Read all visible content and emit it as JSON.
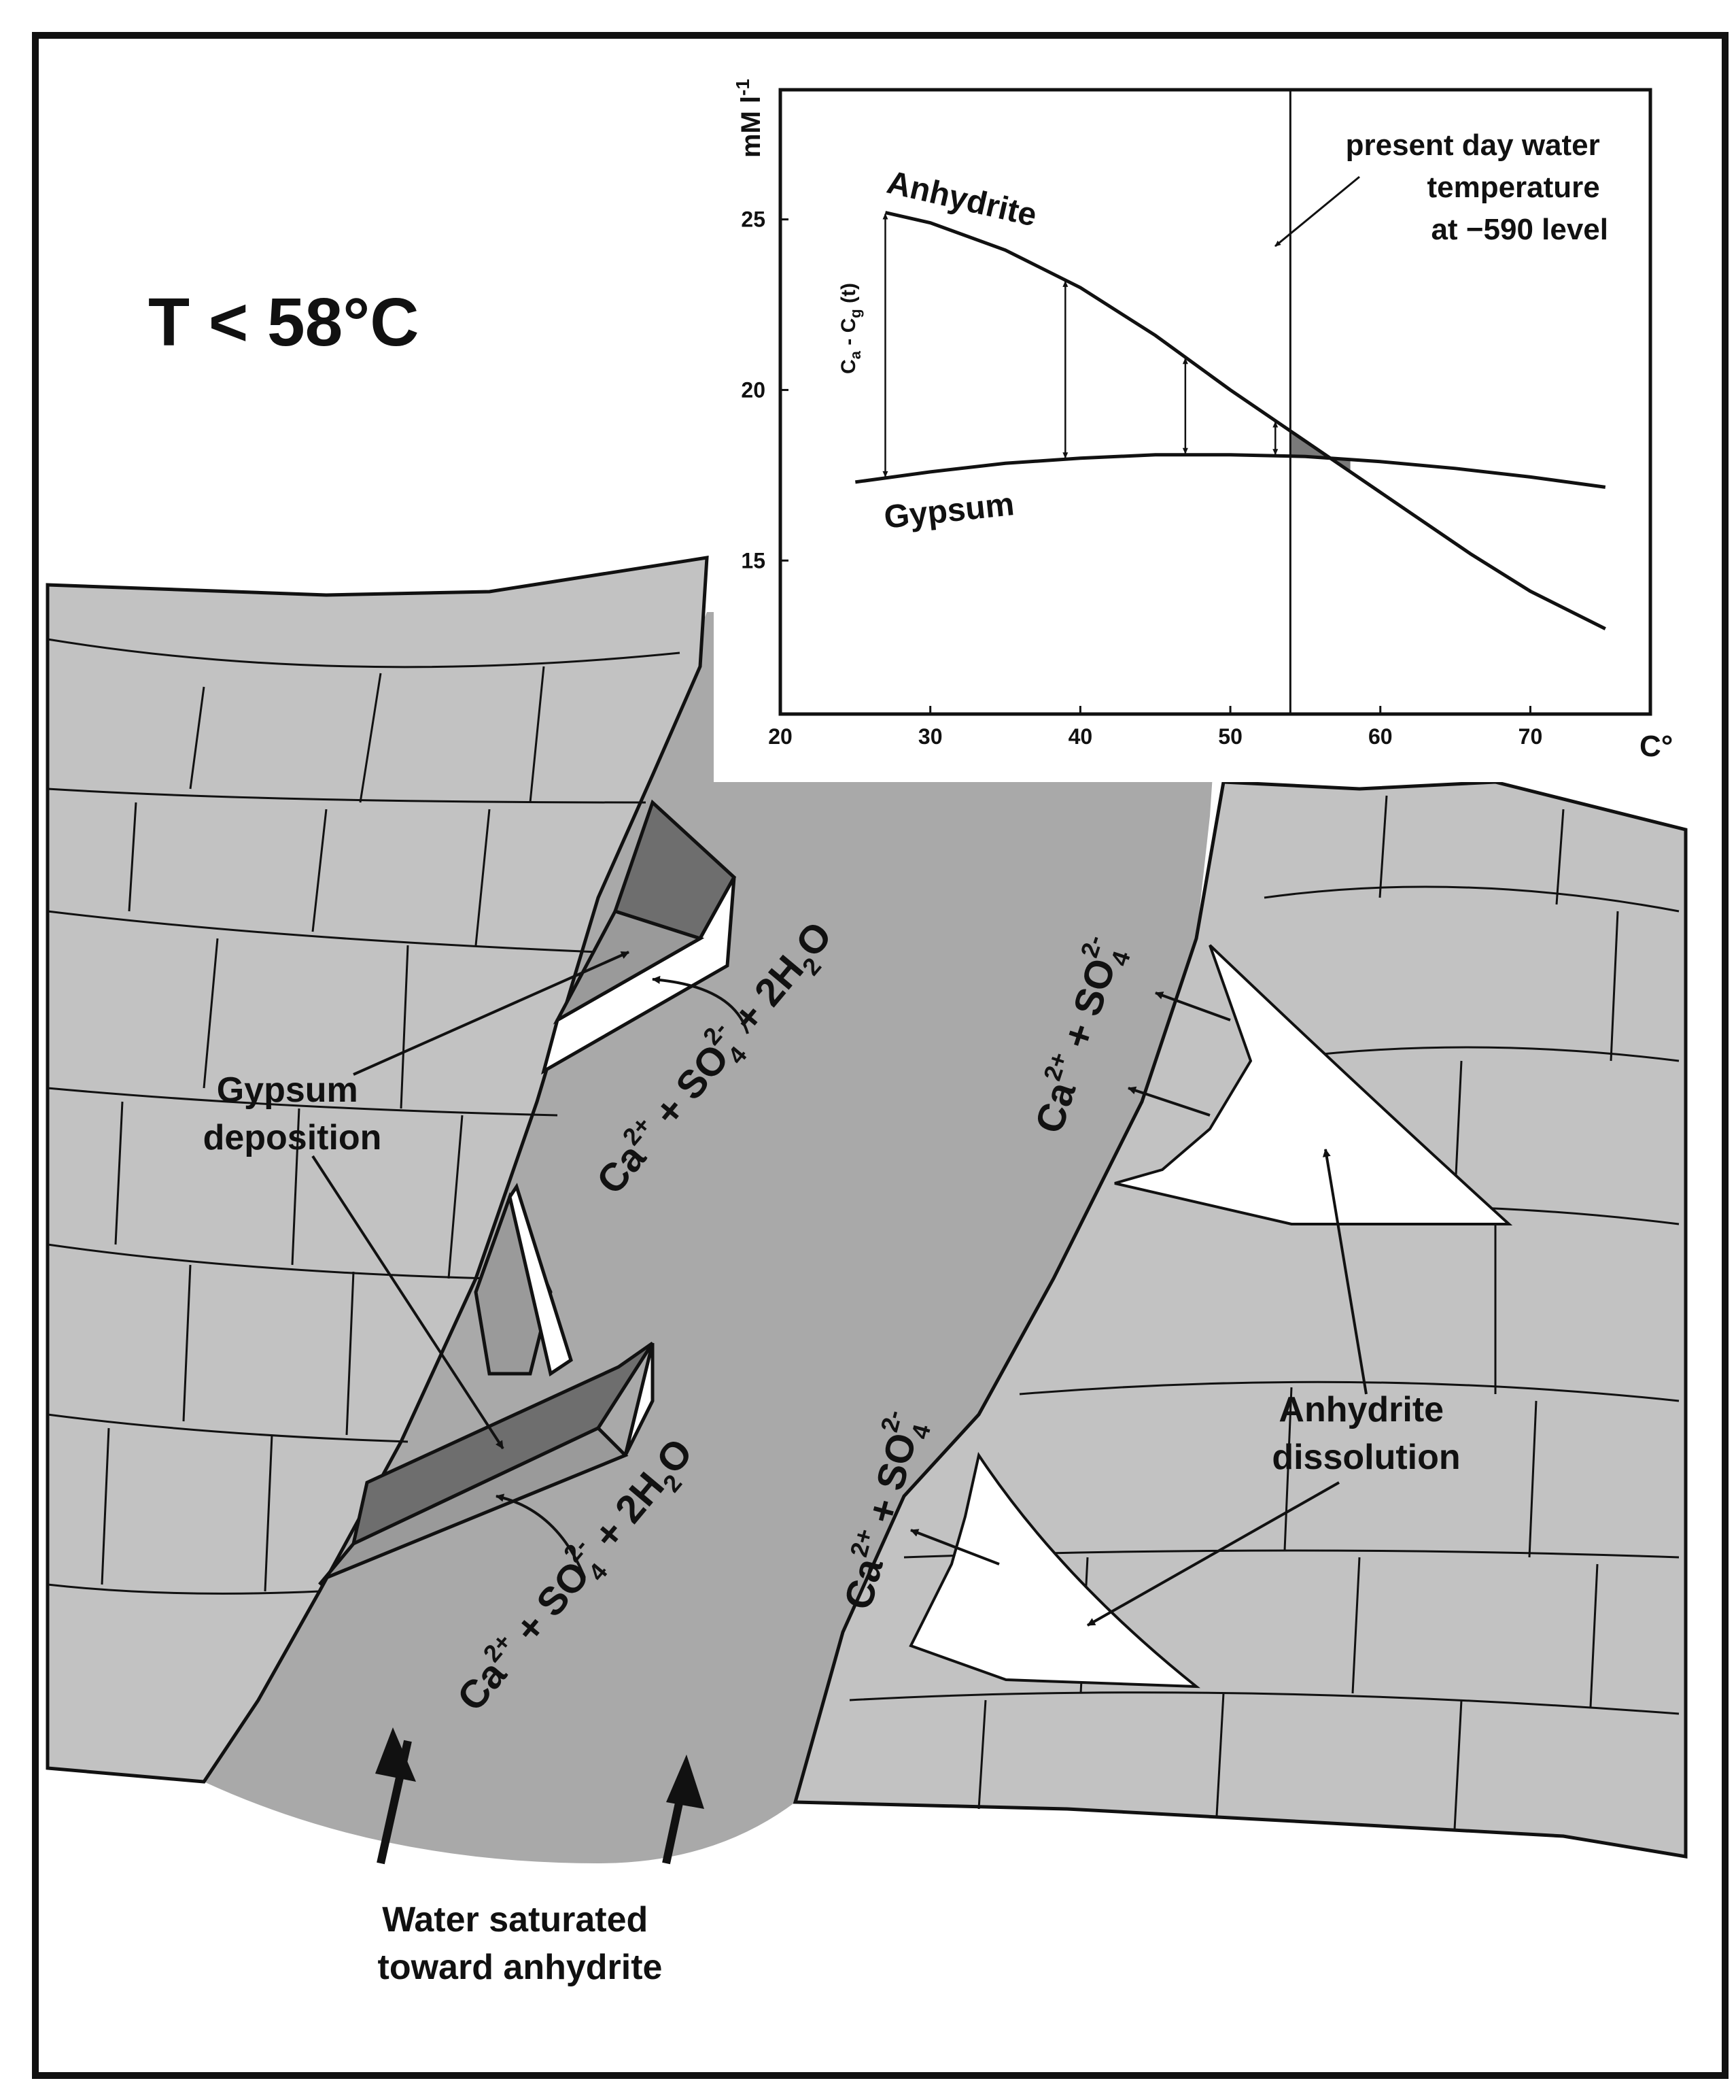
{
  "colors": {
    "rock": "#c2c2c2",
    "water": "#a9a9a9",
    "ink": "#111111",
    "paper": "#ffffff",
    "gypsum_dark": "#6e6e6e",
    "gypsum_mid": "#9a9a9a",
    "gypsum_light": "#d6d6d6"
  },
  "title": "T < 58°C",
  "labels": {
    "gypsum_deposition": [
      "Gypsum",
      "deposition"
    ],
    "anhydrite_dissolution": [
      "Anhydrite",
      "dissolution"
    ],
    "water_saturated": [
      "Water saturated",
      "toward anhydrite"
    ]
  },
  "equations": {
    "hydration": {
      "ca": "Ca",
      "ca_charge": "2+",
      "plus1": " + SO",
      "so4_sub": "4",
      "so4_charge": "2-",
      "plus2": " + 2H",
      "h2o_sub": "2",
      "o": "O"
    },
    "ions": {
      "ca": "Ca",
      "ca_charge": "2+",
      "plus": " + SO",
      "so4_sub": "4",
      "so4_charge": "2-"
    }
  },
  "chart_data": {
    "type": "line",
    "ylabel": "mM l",
    "ylabel_sup": "-1",
    "xlabel": "C°",
    "xlim": [
      20,
      78
    ],
    "ylim": [
      10.5,
      28.8
    ],
    "xticks": [
      20,
      30,
      40,
      50,
      60,
      70
    ],
    "yticks": [
      15,
      20,
      25
    ],
    "series": [
      {
        "name": "Anhydrite",
        "x": [
          27,
          30,
          35,
          40,
          45,
          50,
          54,
          58,
          62,
          66,
          70,
          75
        ],
        "y": [
          25.2,
          24.9,
          24.1,
          23.0,
          21.6,
          20.0,
          18.8,
          17.6,
          16.4,
          15.2,
          14.1,
          13.0
        ]
      },
      {
        "name": "Gypsum",
        "x": [
          25,
          30,
          35,
          40,
          45,
          50,
          55,
          60,
          65,
          70,
          75
        ],
        "y": [
          17.3,
          17.6,
          17.85,
          18.0,
          18.1,
          18.1,
          18.05,
          17.9,
          17.7,
          17.45,
          17.15
        ]
      }
    ],
    "difference_arrows_x": [
      27,
      39,
      47,
      53
    ],
    "difference_label": {
      "c": "C",
      "sub_a": "a",
      "sep": " - C",
      "sub_g": "g",
      "tail": " (t)"
    },
    "annotation": {
      "x": 54,
      "lines": [
        "present day water",
        "temperature",
        "at −590 level"
      ]
    }
  }
}
